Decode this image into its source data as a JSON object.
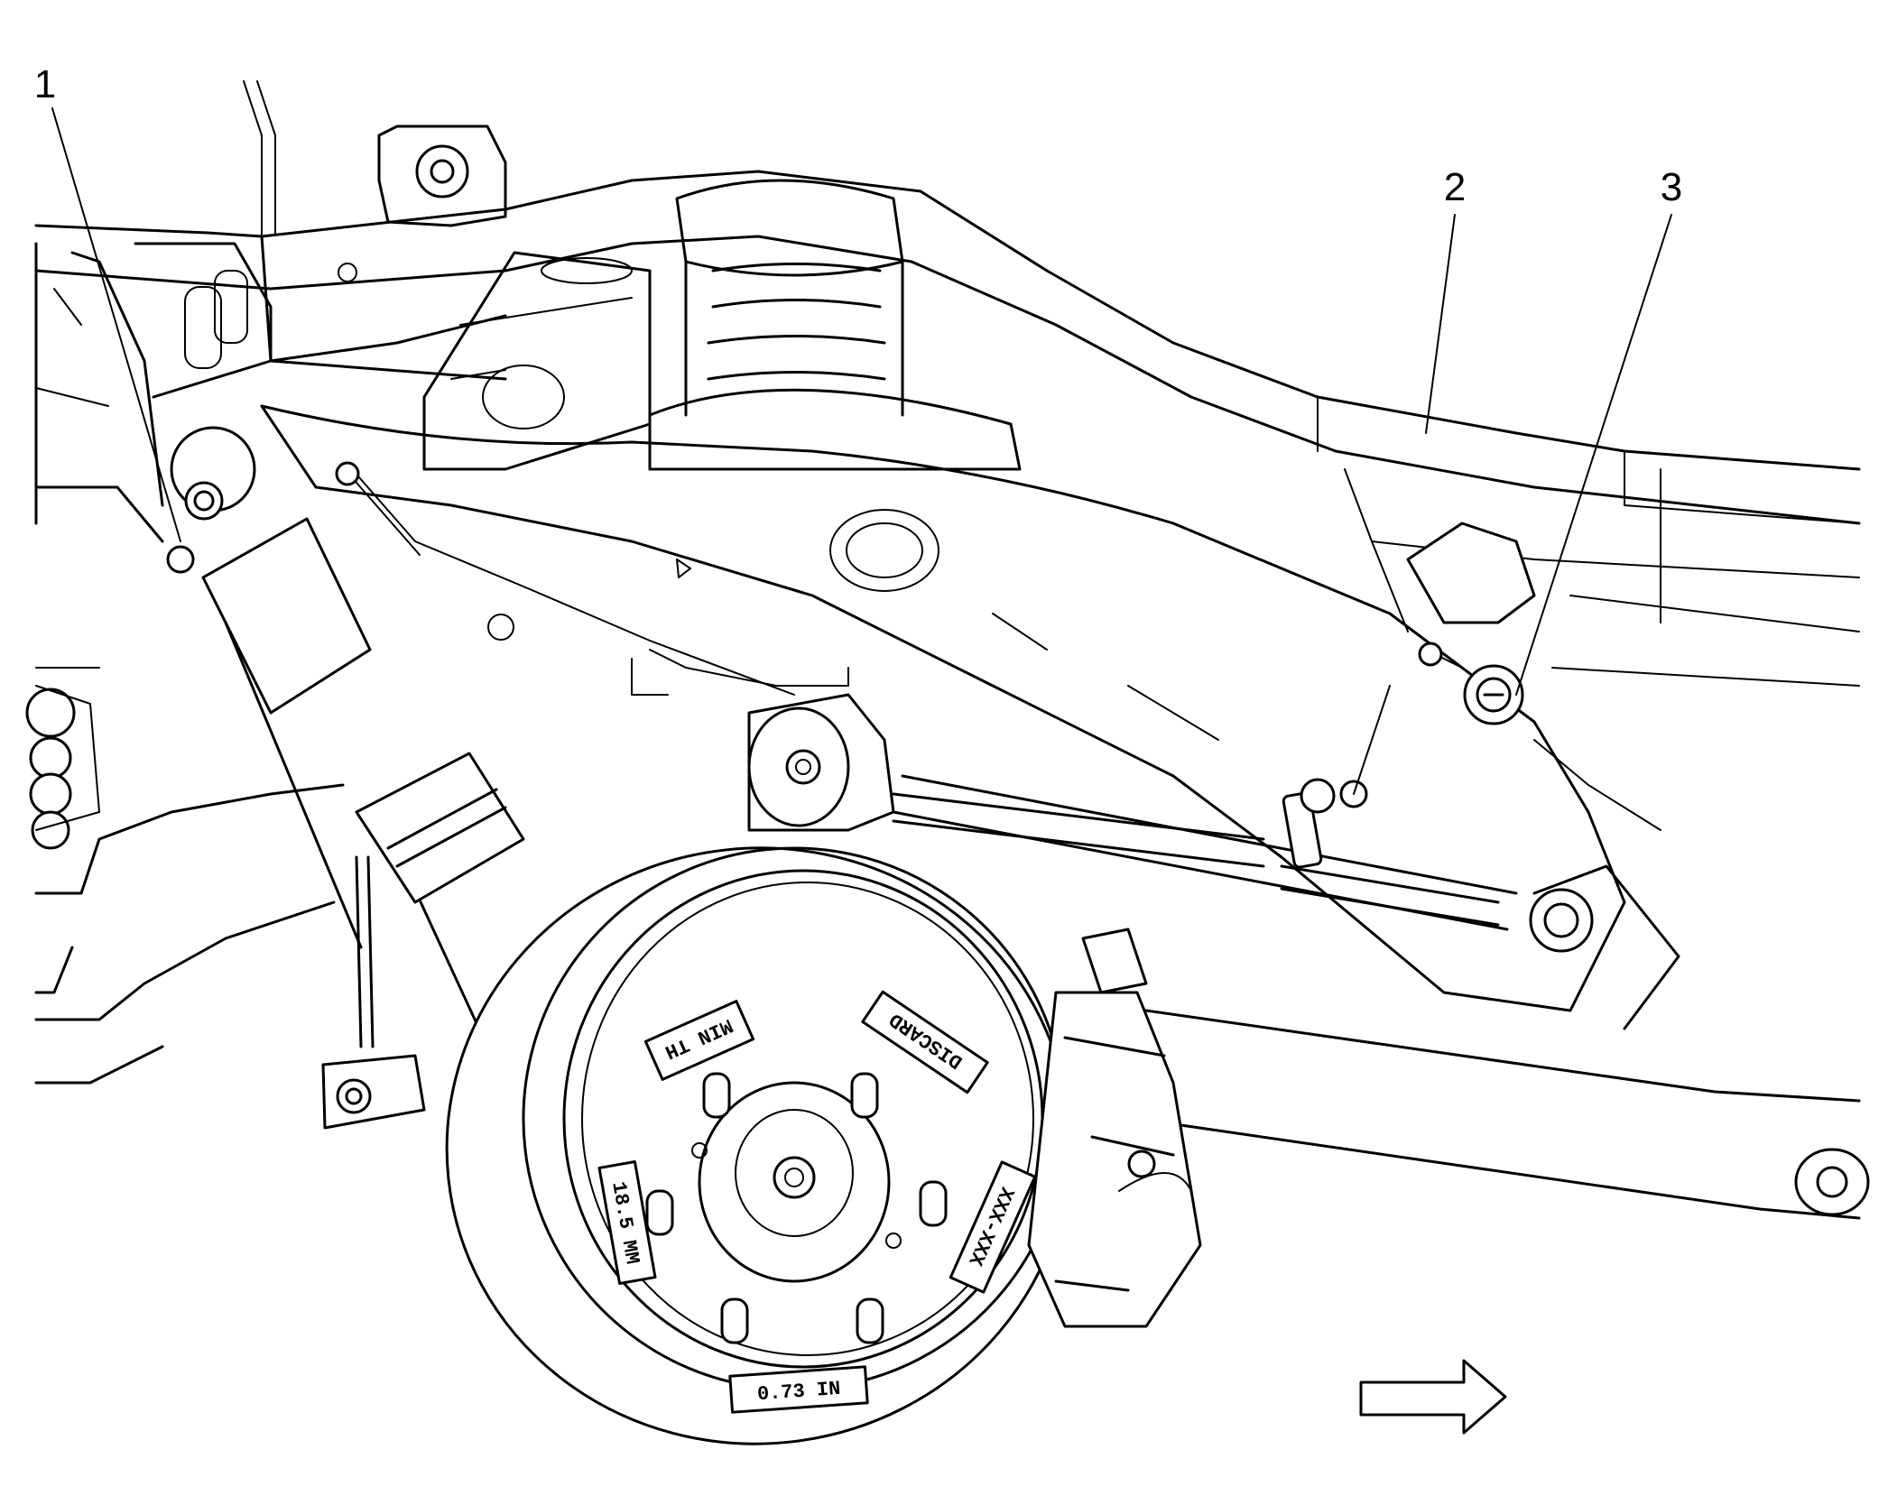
{
  "callouts": [
    {
      "id": "1",
      "label": "1"
    },
    {
      "id": "2",
      "label": "2"
    },
    {
      "id": "3",
      "label": "3"
    }
  ],
  "rotor_markings": {
    "min_thickness_top": "MIN TH",
    "discard_top_right": "DISCARD",
    "part_code_right": "XXX-XXX",
    "thickness_left": "18.5 MM",
    "thickness_bottom": "0.73 IN"
  },
  "icons": {
    "direction_arrow": "right-arrow-icon"
  }
}
